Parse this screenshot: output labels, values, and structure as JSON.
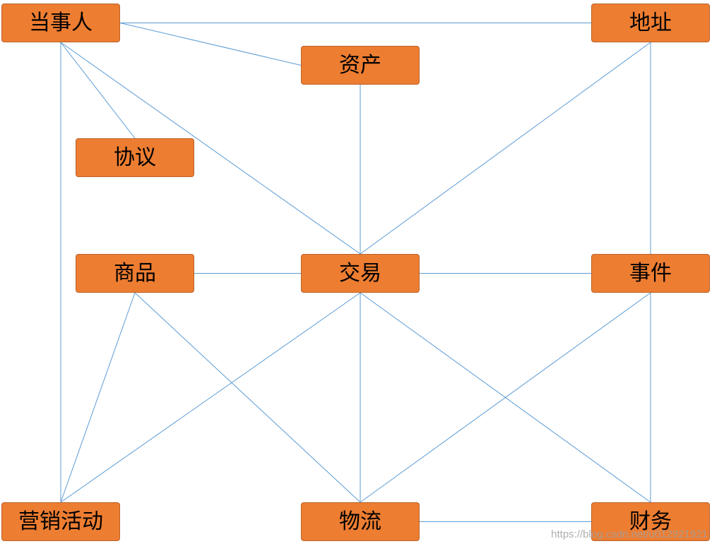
{
  "diagram": {
    "node_fill": "#ed7d31",
    "node_border": "#b9622a",
    "edge_color": "#5b9bd5",
    "nodes": {
      "party": "当事人",
      "address": "地址",
      "asset": "资产",
      "agreement": "协议",
      "product": "商品",
      "transaction": "交易",
      "event": "事件",
      "marketing": "营销活动",
      "logistics": "物流",
      "finance": "财务"
    },
    "edges": [
      [
        "party",
        "address"
      ],
      [
        "party",
        "asset"
      ],
      [
        "party",
        "agreement"
      ],
      [
        "party",
        "transaction"
      ],
      [
        "party",
        "marketing"
      ],
      [
        "asset",
        "transaction"
      ],
      [
        "address",
        "transaction"
      ],
      [
        "address",
        "event"
      ],
      [
        "product",
        "transaction"
      ],
      [
        "transaction",
        "event"
      ],
      [
        "product",
        "marketing"
      ],
      [
        "product",
        "logistics"
      ],
      [
        "transaction",
        "marketing"
      ],
      [
        "transaction",
        "logistics"
      ],
      [
        "transaction",
        "finance"
      ],
      [
        "event",
        "logistics"
      ],
      [
        "event",
        "finance"
      ],
      [
        "logistics",
        "finance"
      ]
    ]
  },
  "watermark": "https://blog.csdn.net/u012921921"
}
